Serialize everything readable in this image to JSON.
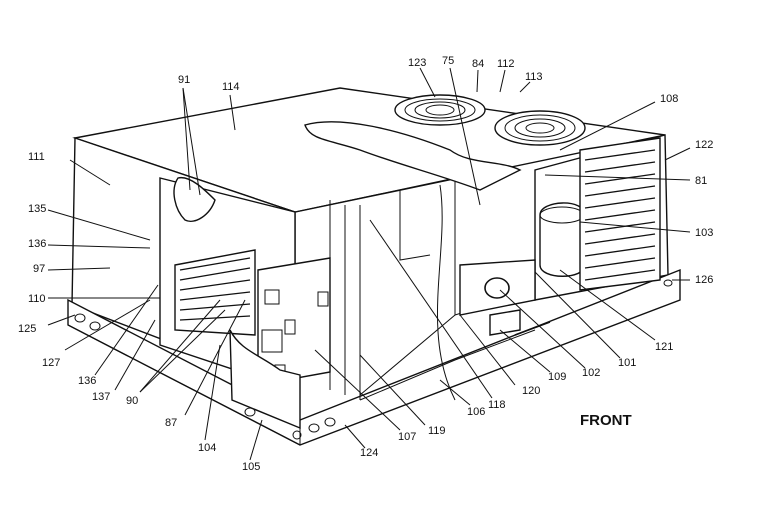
{
  "callouts": [
    "91",
    "114",
    "123",
    "75",
    "84",
    "112",
    "113",
    "108",
    "111",
    "122",
    "81",
    "135",
    "136",
    "97",
    "103",
    "110",
    "126",
    "125",
    "121",
    "127",
    "136",
    "137",
    "90",
    "87",
    "104",
    "105",
    "124",
    "107",
    "119",
    "106",
    "118",
    "120",
    "109",
    "102",
    "101",
    "108"
  ],
  "front_label": "FRONT",
  "colors": {
    "line": "#111111",
    "background": "#ffffff"
  }
}
